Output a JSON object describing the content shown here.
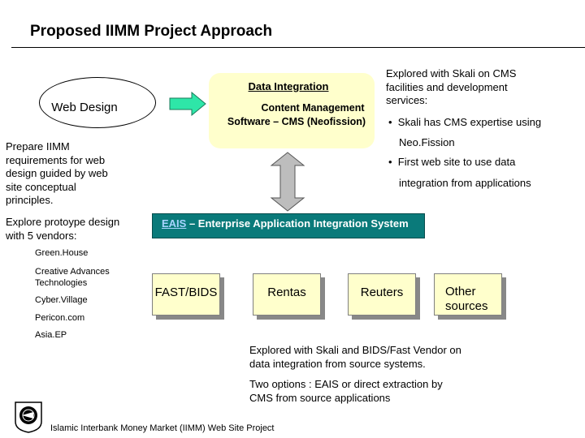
{
  "title": "Proposed IIMM Project Approach",
  "web_design": {
    "label": "Web Design",
    "prepare_text": [
      "Prepare IIMM",
      "requirements for web",
      "design guided by web",
      "site conceptual",
      "principles."
    ],
    "explore_text": [
      "Explore protoype design",
      "with 5 vendors:"
    ],
    "vendors": [
      "Green.House",
      "Creative Advances",
      "Technologies",
      "Cyber.Village",
      "Pericon.com",
      "Asia.EP"
    ]
  },
  "data_integration": {
    "label": "Data Integration",
    "cms_line1": "Content Management",
    "cms_line2": "Software – CMS (Neofission)"
  },
  "right_notes": {
    "intro": [
      "Explored with Skali on CMS",
      "facilities and development",
      "services:"
    ],
    "bullet": "•",
    "bullet1_a": "Skali has CMS expertise using",
    "bullet1_b": "Neo.Fission",
    "bullet2_a": "First web site to use data",
    "bullet2_b": "integration from applications"
  },
  "eais": {
    "abbr": "EAIS",
    "rest": " – Enterprise Application Integration System"
  },
  "sources": {
    "fast_bids": "FAST/BIDS",
    "rentas": "Rentas",
    "reuters": "Reuters",
    "other_1": "Other",
    "other_2": "sources"
  },
  "bottom_notes": {
    "explored": [
      "Explored with Skali and BIDS/Fast Vendor  on",
      "data integration from source systems."
    ],
    "options": [
      "Two options :  EAIS or direct extraction by",
      "CMS from source applications"
    ]
  },
  "footer": "Islamic Interbank Money Market (IIMM) Web Site Project",
  "colors": {
    "arrow_fill": "#2ee6a8",
    "arrow_outline": "#1a7a5a",
    "box_fill": "#ffffcc",
    "eais_bar": "#0a7a7a",
    "double_arrow": "#bdbdbd"
  }
}
